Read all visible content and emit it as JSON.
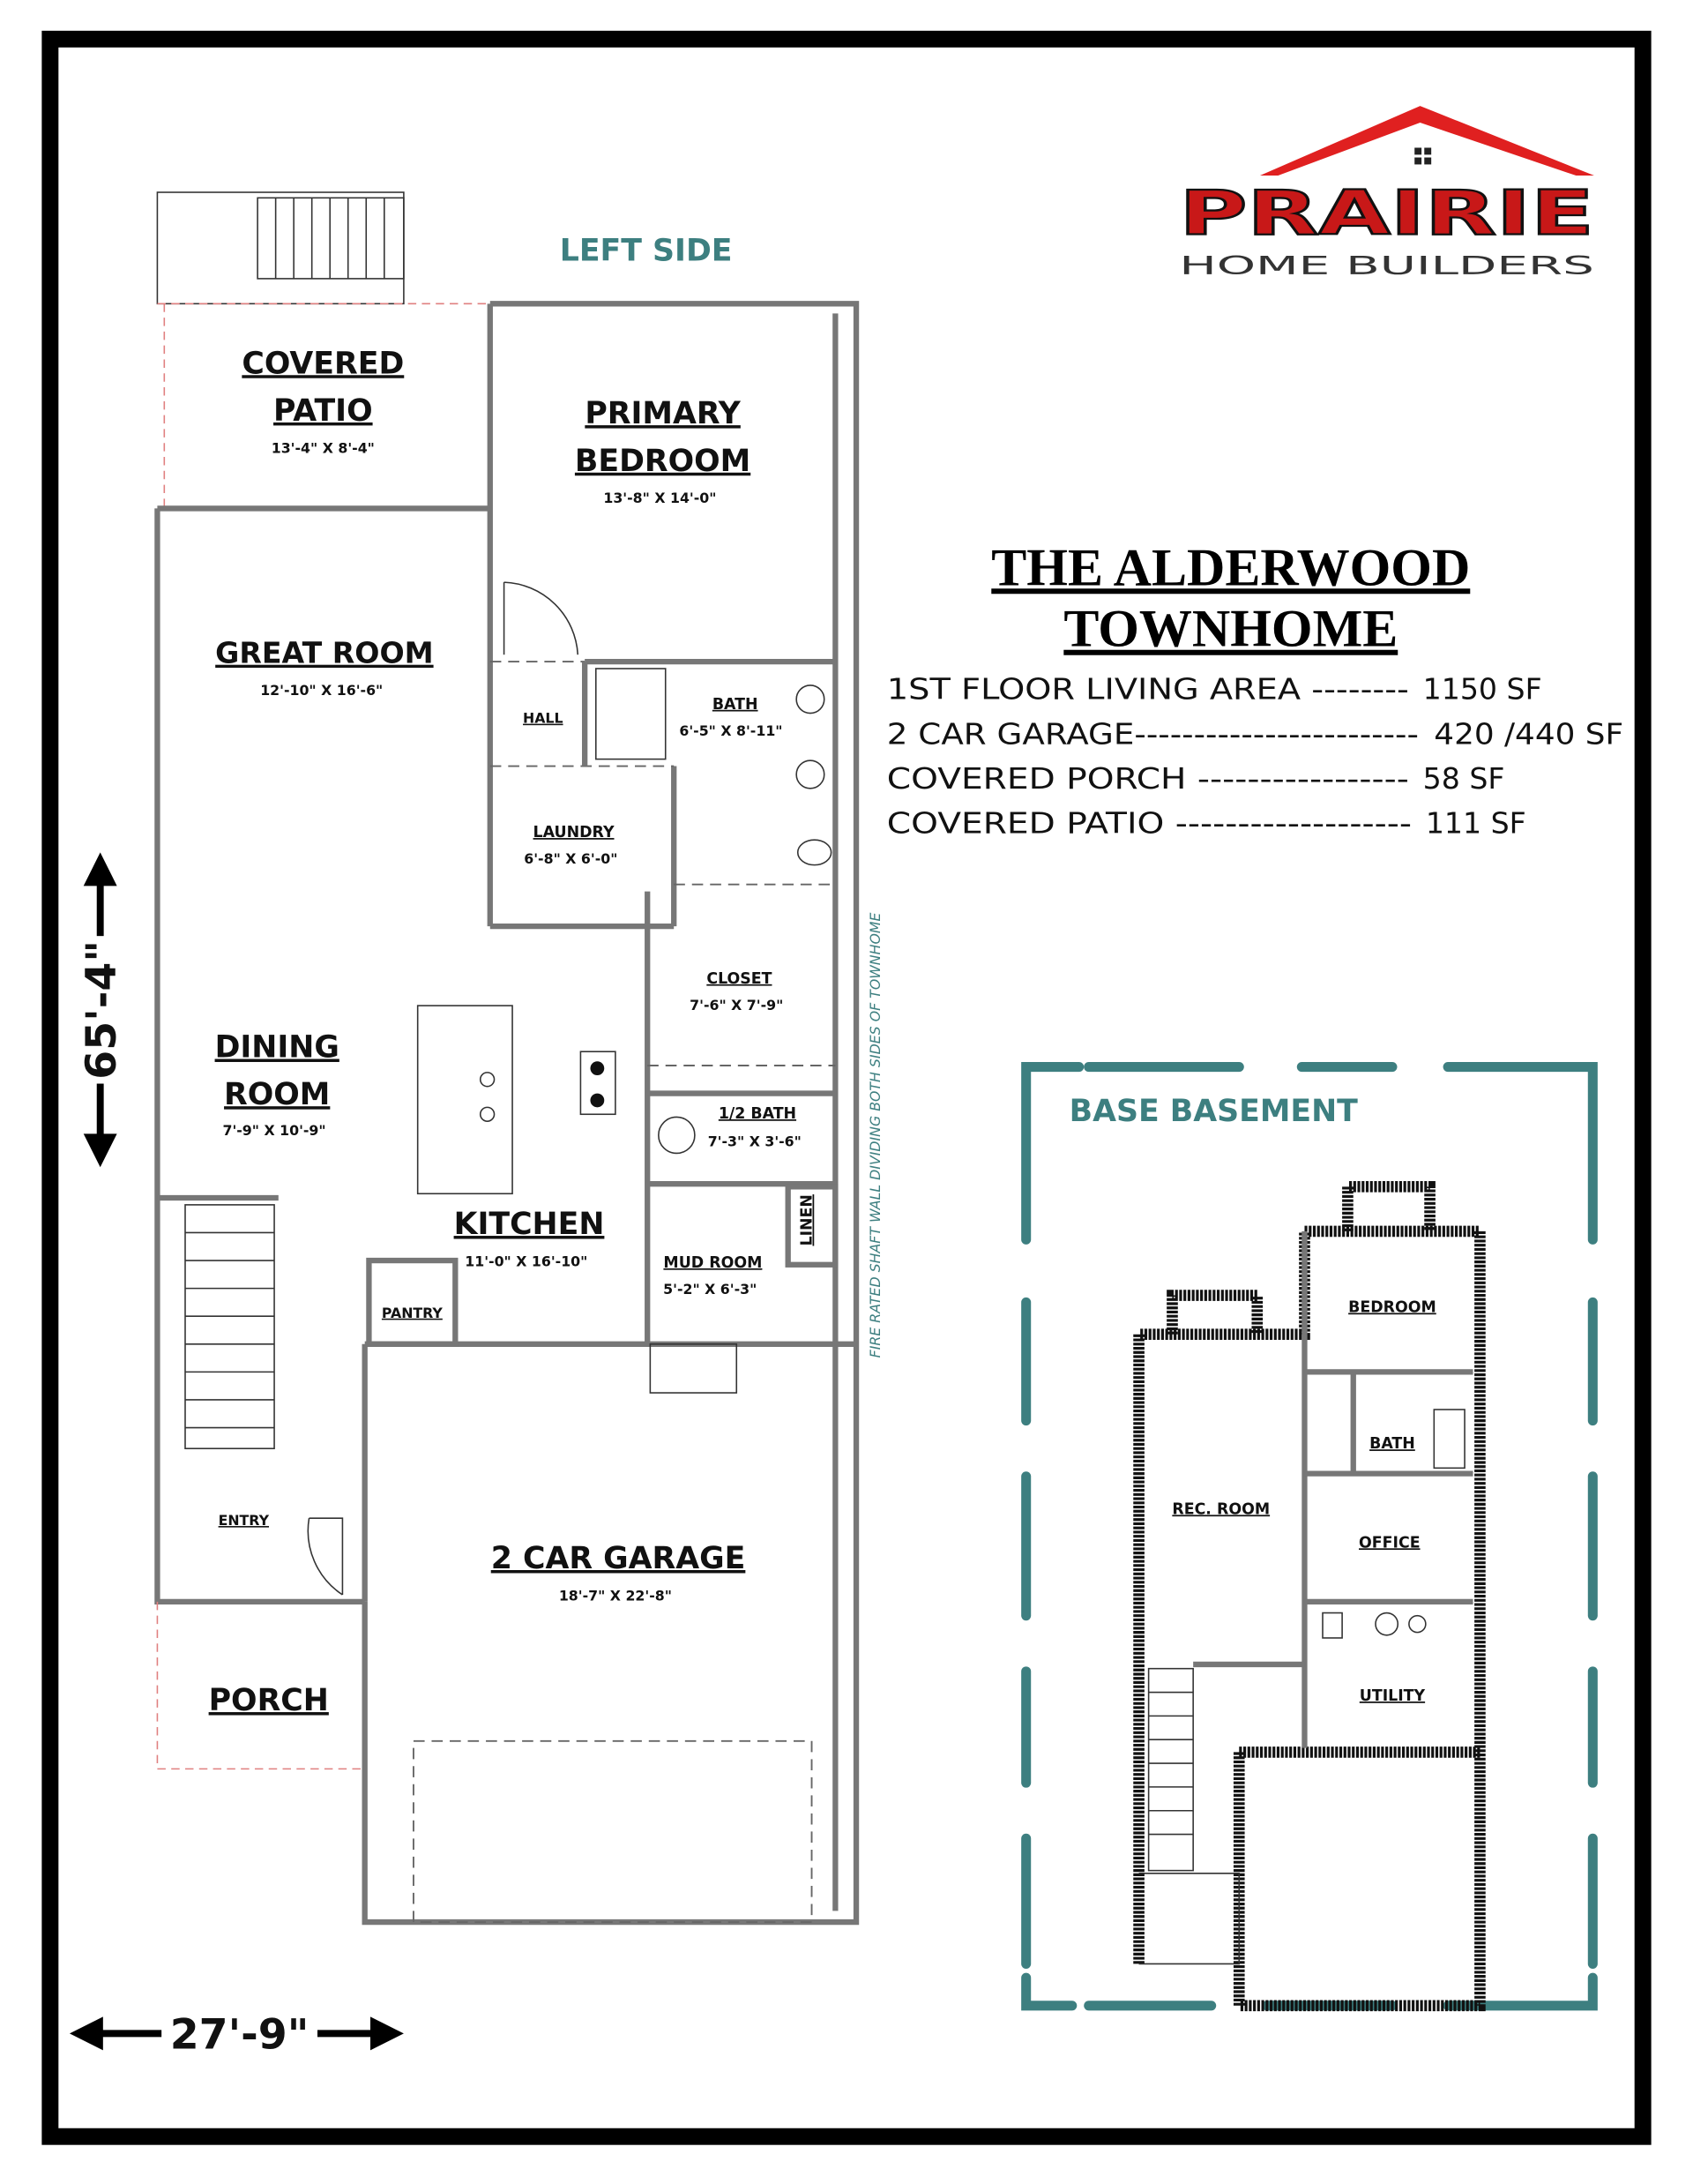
{
  "logo": {
    "brand": "PRAIRIE",
    "sub": "HOME BUILDERS",
    "roof_color": "#e02020"
  },
  "plan_title": {
    "line1": "THE ALDERWOOD",
    "line2": "TOWNHOME"
  },
  "specs": [
    {
      "label": "1ST FLOOR LIVING AREA --------",
      "value": "1150 SF"
    },
    {
      "label": "2 CAR GARAGE------------------------",
      "value": "420 /440 SF"
    },
    {
      "label": "COVERED PORCH -----------------",
      "value": "58 SF"
    },
    {
      "label": "COVERED PATIO -------------------",
      "value": "111 SF"
    }
  ],
  "left_side_label": "LEFT SIDE",
  "shaft_wall_note": "FIRE RATED SHAFT WALL DIVIDING BOTH SIDES OF TOWNHOME",
  "overall_depth": "65'-4\"",
  "overall_width": "27'-9\"",
  "first_floor": {
    "covered_patio": {
      "name1": "COVERED",
      "name2": "PATIO",
      "dim": "13'-4\" X 8'-4\""
    },
    "primary_bedroom": {
      "name1": "PRIMARY",
      "name2": "BEDROOM",
      "dim": "13'-8\" X 14'-0\""
    },
    "great_room": {
      "name": "GREAT ROOM",
      "dim": "12'-10\" X 16'-6\""
    },
    "hall": {
      "name": "HALL"
    },
    "bath": {
      "name": "BATH",
      "dim": "6'-5\" X 8'-11\""
    },
    "laundry": {
      "name": "LAUNDRY",
      "dim": "6'-8\" X 6'-0\""
    },
    "closet": {
      "name": "CLOSET",
      "dim": "7'-6\" X 7'-9\""
    },
    "dining_room": {
      "name1": "DINING",
      "name2": "ROOM",
      "dim": "7'-9\" X 10'-9\""
    },
    "half_bath": {
      "name": "1/2 BATH",
      "dim": "7'-3\" X 3'-6\""
    },
    "linen": {
      "name": "LINEN"
    },
    "kitchen": {
      "name": "KITCHEN",
      "dim": "11'-0\" X 16'-10\""
    },
    "mud_room": {
      "name": "MUD ROOM",
      "dim": "5'-2\" X 6'-3\""
    },
    "pantry": {
      "name": "PANTRY"
    },
    "entry": {
      "name": "ENTRY"
    },
    "garage": {
      "name": "2 CAR GARAGE",
      "dim": "18'-7\" X 22'-8\""
    },
    "porch": {
      "name": "PORCH"
    }
  },
  "basement": {
    "title": "BASE BASEMENT",
    "rooms": {
      "bedroom": "BEDROOM",
      "bath": "BATH",
      "rec_room": "REC. ROOM",
      "office": "OFFICE",
      "utility": "UTILITY"
    }
  },
  "colors": {
    "teal": "#3d7f80",
    "frame": "#000000",
    "wall": "#777777"
  }
}
